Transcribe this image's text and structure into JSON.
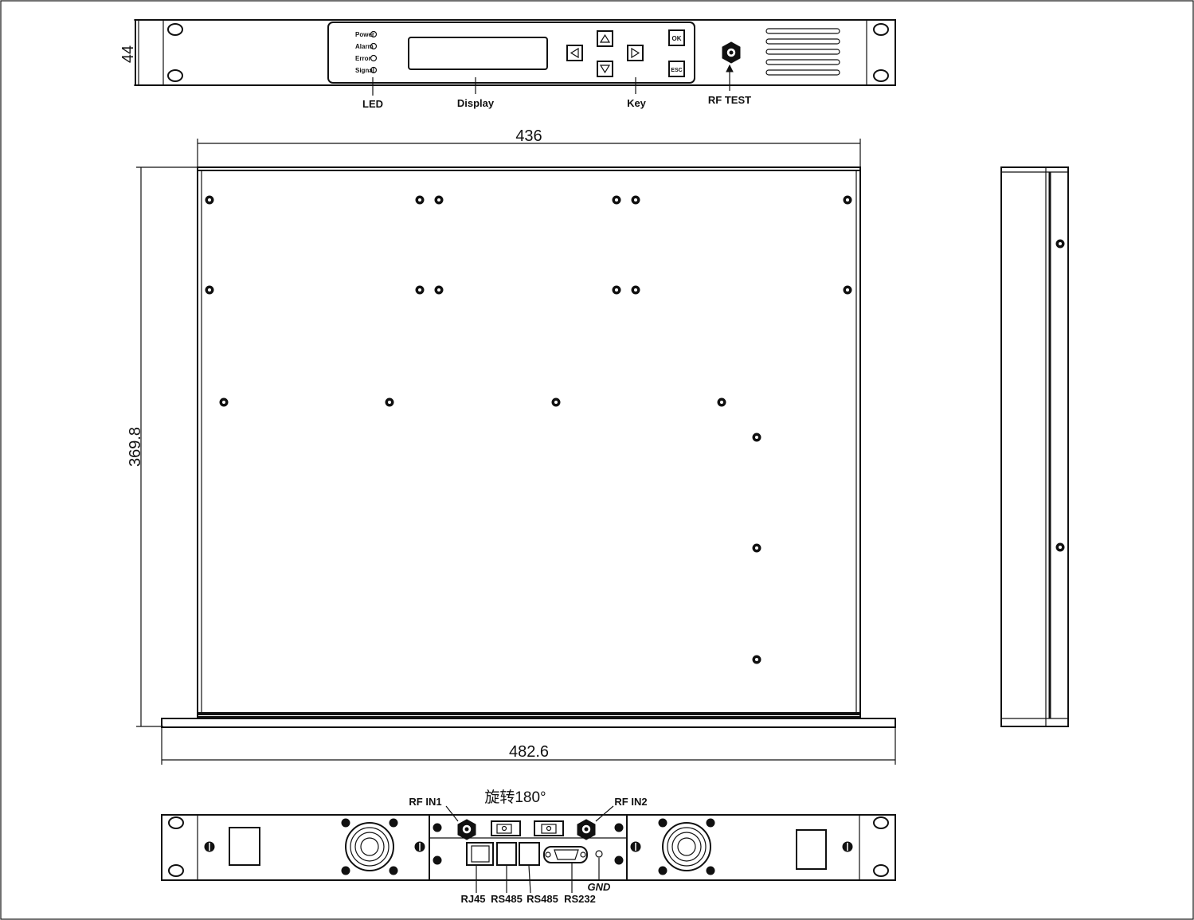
{
  "front": {
    "height_dim": "44",
    "led_labels": [
      "Power",
      "Alarm",
      "Error",
      "Signal"
    ],
    "btn_ok": "OK",
    "btn_esc": "ESC",
    "label_led": "LED",
    "label_display": "Display",
    "label_key": "Key",
    "label_rf_test": "RF TEST"
  },
  "top": {
    "width_dim": "436",
    "depth_dim": "369.8",
    "rack_width_dim": "482.6"
  },
  "rear": {
    "rotation_note": "旋转180°",
    "rf_in1": "RF IN1",
    "rf_in2": "RF IN2",
    "rj45": "RJ45",
    "rs485_a": "RS485",
    "rs485_b": "RS485",
    "rs232": "RS232",
    "gnd": "GND"
  }
}
